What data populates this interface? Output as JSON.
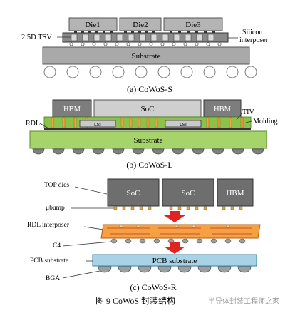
{
  "panel_a": {
    "dies": [
      "Die1",
      "Die2",
      "Die3"
    ],
    "tsv_label": "2.5D TSV",
    "interposer_label_1": "Silicon",
    "interposer_label_2": "interposer",
    "substrate_label": "Substrate",
    "caption": "(a)  CoWoS-S"
  },
  "panel_b": {
    "hbm_left": "HBM",
    "soc": "SoC",
    "hbm_right": "HBM",
    "tiv_label": "TIV",
    "rdl_label": "RDL",
    "molding_label": "Molding",
    "lsi_labels": [
      "LSI",
      "LSI"
    ],
    "substrate_label": "Substrate",
    "caption": "(b)  CoWoS-L"
  },
  "panel_c": {
    "top_dies_label": "TOP dies",
    "ubump_label": "μbump",
    "rdl_interposer_label": "RDL interposer",
    "c4_label": "C4",
    "pcb_substrate_label": "PCB substrate",
    "bga_label": "BGA",
    "die_soc_1": "SoC",
    "die_soc_2": "SoC",
    "die_hbm": "HBM",
    "pcb_label": "PCB substrate",
    "caption": "(c)  CoWoS-R"
  },
  "figure_caption": "图 9   CoWoS 封装结构",
  "watermark": "半导体封装工程师之家",
  "colors": {
    "die_gray": "#b4b4b4",
    "substrate_gray": "#a9a9a9",
    "hbm_dark": "#7d7d7d",
    "molding_green": "#8bc34a",
    "substrate_green": "#a6d36a",
    "rdl_orange": "#f5a142",
    "pcb_blue": "#a8d3e6",
    "arrow_red": "#e32222"
  }
}
